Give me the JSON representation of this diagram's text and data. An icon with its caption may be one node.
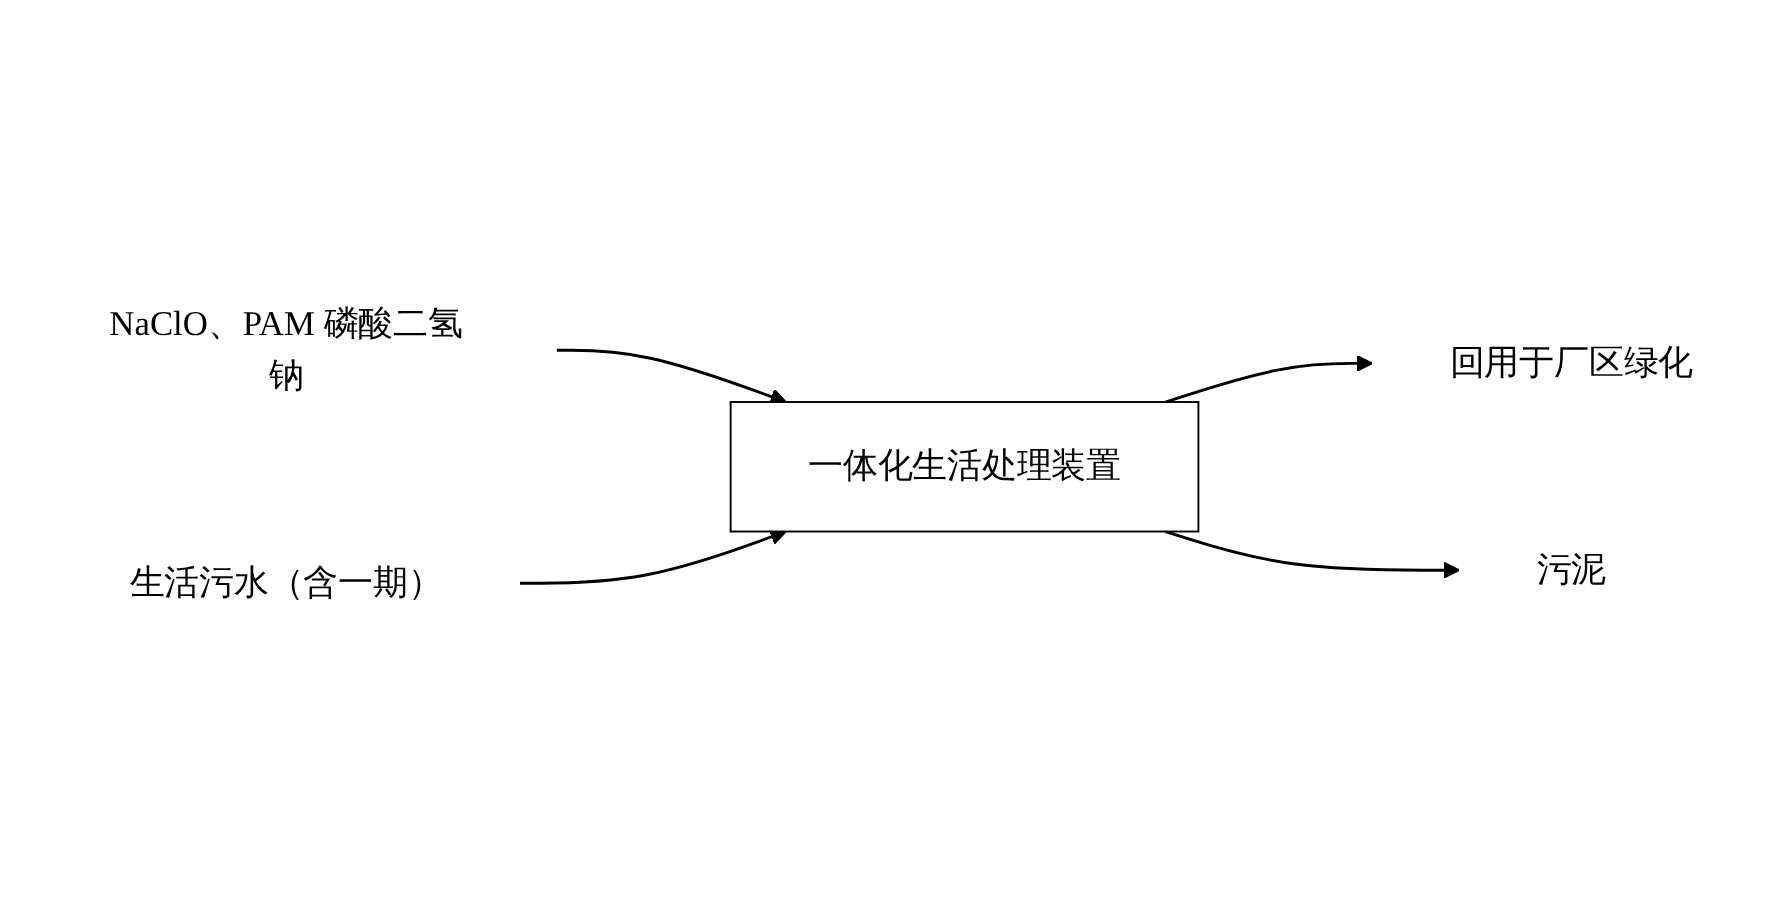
{
  "diagram": {
    "nodes": [
      {
        "text": [
          "NaClO、PAM 磷酸二氢钠"
        ]
      },
      {
        "text": [
          "生活污水（含一期）"
        ]
      },
      {
        "text": [
          "一体化生活处理装置"
        ]
      },
      {
        "text": [
          "回用于厂区绿化"
        ]
      },
      {
        "text": [
          "污泥"
        ]
      }
    ],
    "edges": [
      {
        "from": 0,
        "to": 2,
        "arrow": "to"
      },
      {
        "from": 1,
        "to": 2,
        "arrow": "to"
      },
      {
        "from": 2,
        "to": 3,
        "arrow": "to"
      },
      {
        "from": 2,
        "to": 4,
        "arrow": "to"
      }
    ]
  }
}
